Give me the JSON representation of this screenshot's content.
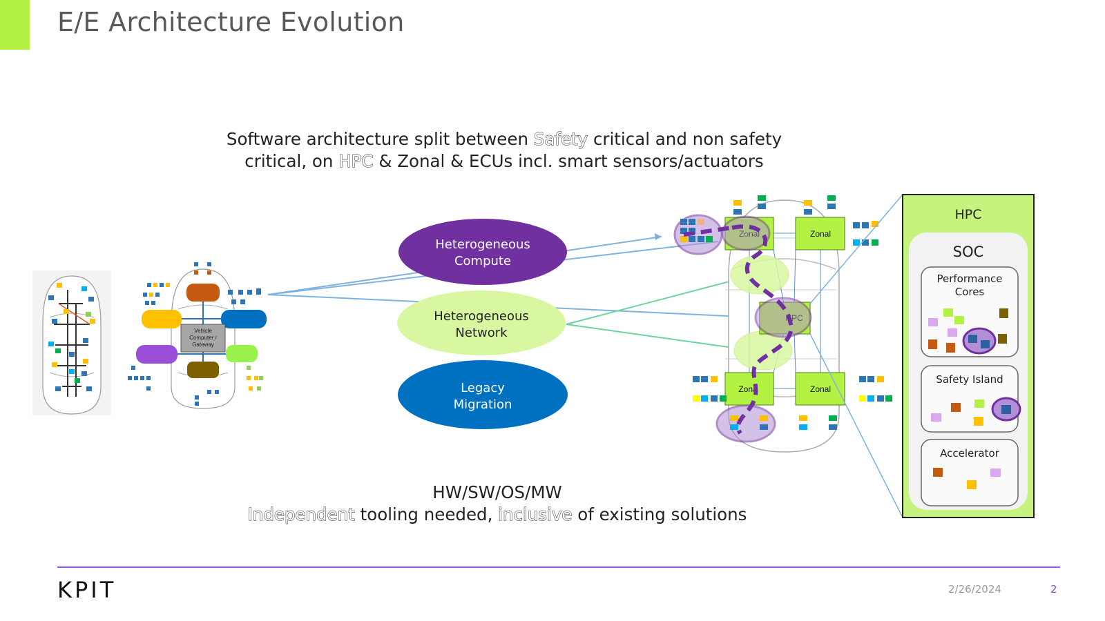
{
  "title": "E/E Architecture Evolution",
  "subtitle": {
    "line1_before": "Software architecture split between ",
    "line1_emphasis": "Safety",
    "line1_after": " critical and non safety",
    "line2_before": "critical, on ",
    "line2_emphasis": "HPC",
    "line2_after": " & Zonal & ECUs incl. smart sensors/actuators"
  },
  "ovals": {
    "compute": [
      "Heterogeneous",
      "Compute"
    ],
    "network": [
      "Heterogeneous",
      "Network"
    ],
    "legacy": [
      "Legacy",
      "Migration"
    ]
  },
  "gateway_label": [
    "Vehicle",
    "Computer /",
    "Gateway"
  ],
  "zonal_diagram": {
    "zonal_label": "Zonal",
    "zonal_partial_label": "Zonal",
    "zonal_partial_label_2": "Zona",
    "hpc_label": "HPC"
  },
  "hpc_panel": {
    "title": "HPC",
    "soc": "SOC",
    "performance_cores": [
      "Performance",
      "Cores"
    ],
    "safety_island": "Safety Island",
    "accelerator": "Accelerator"
  },
  "bottom": {
    "line1": "HW/SW/OS/MW",
    "line2_em1": "Independent",
    "line2_mid": " tooling needed, ",
    "line2_em2": "inclusive",
    "line2_after": " of existing solutions"
  },
  "footer": {
    "logo": "KPIT",
    "date": "2/26/2024",
    "page": "2"
  },
  "colors": {
    "accent": "#b3f242",
    "compute": "#7030a0",
    "network": "#d9f7a0",
    "legacy": "#0070c0",
    "footer_line": "#8c52ff"
  }
}
